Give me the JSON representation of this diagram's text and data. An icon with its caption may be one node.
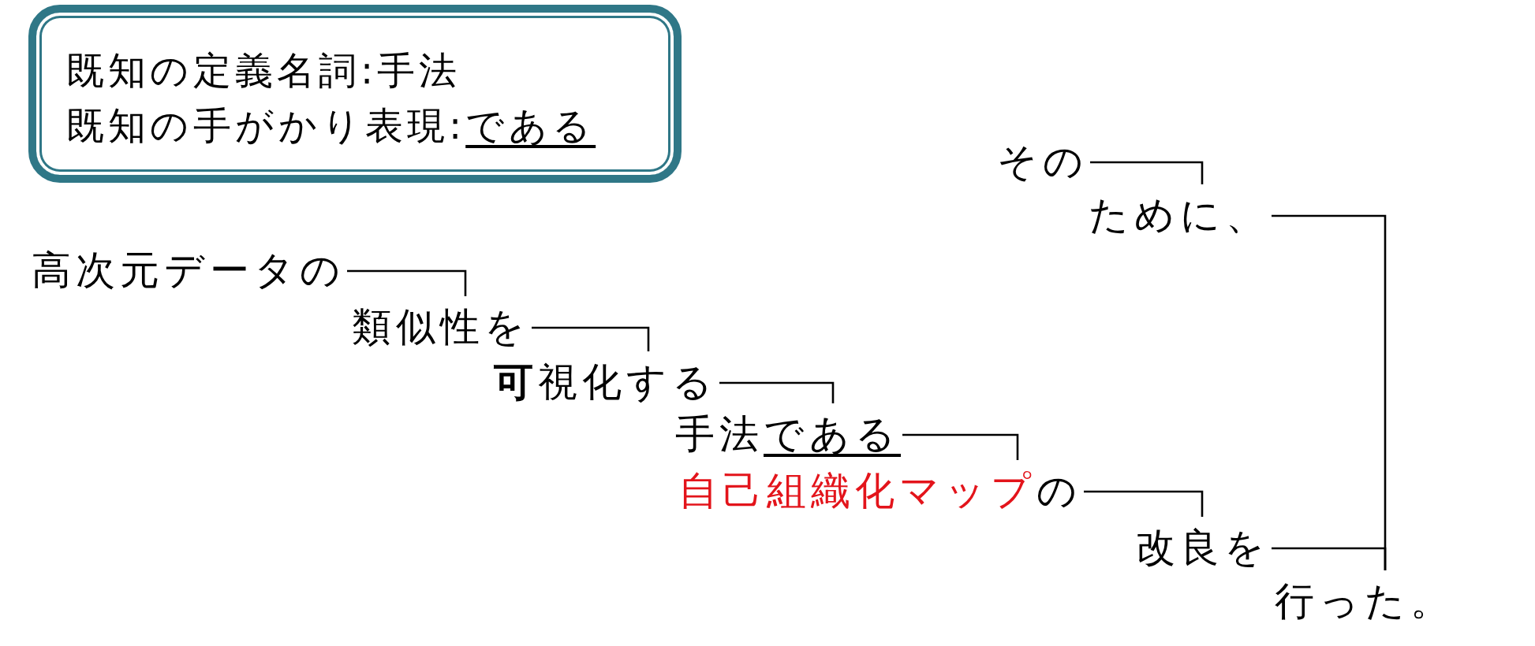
{
  "diagram": {
    "nodes": [
      {
        "text": [
          "既知の定義名詞:手法",
          "既知の手がかり表現:である"
        ]
      },
      {
        "text": [
          "その"
        ]
      },
      {
        "text": [
          "ために、"
        ]
      },
      {
        "text": [
          "高次元データの"
        ]
      },
      {
        "text": [
          "類似性を"
        ]
      },
      {
        "text": [
          "**可**視化する"
        ]
      },
      {
        "text": [
          "手法である"
        ]
      },
      {
        "text": [
          "自己組織化マップの"
        ]
      },
      {
        "text": [
          "改良を"
        ]
      },
      {
        "text": [
          "行った。"
        ]
      }
    ],
    "edges": [
      {
        "from": 3,
        "to": 4,
        "arrow": "none"
      },
      {
        "from": 4,
        "to": 5,
        "arrow": "none"
      },
      {
        "from": 5,
        "to": 6,
        "arrow": "none"
      },
      {
        "from": 6,
        "to": 7,
        "arrow": "none"
      },
      {
        "from": 7,
        "to": 8,
        "arrow": "none"
      },
      {
        "from": 8,
        "to": 9,
        "arrow": "none"
      },
      {
        "from": 1,
        "to": 2,
        "arrow": "none"
      },
      {
        "from": 2,
        "to": 9,
        "arrow": "none"
      }
    ]
  }
}
